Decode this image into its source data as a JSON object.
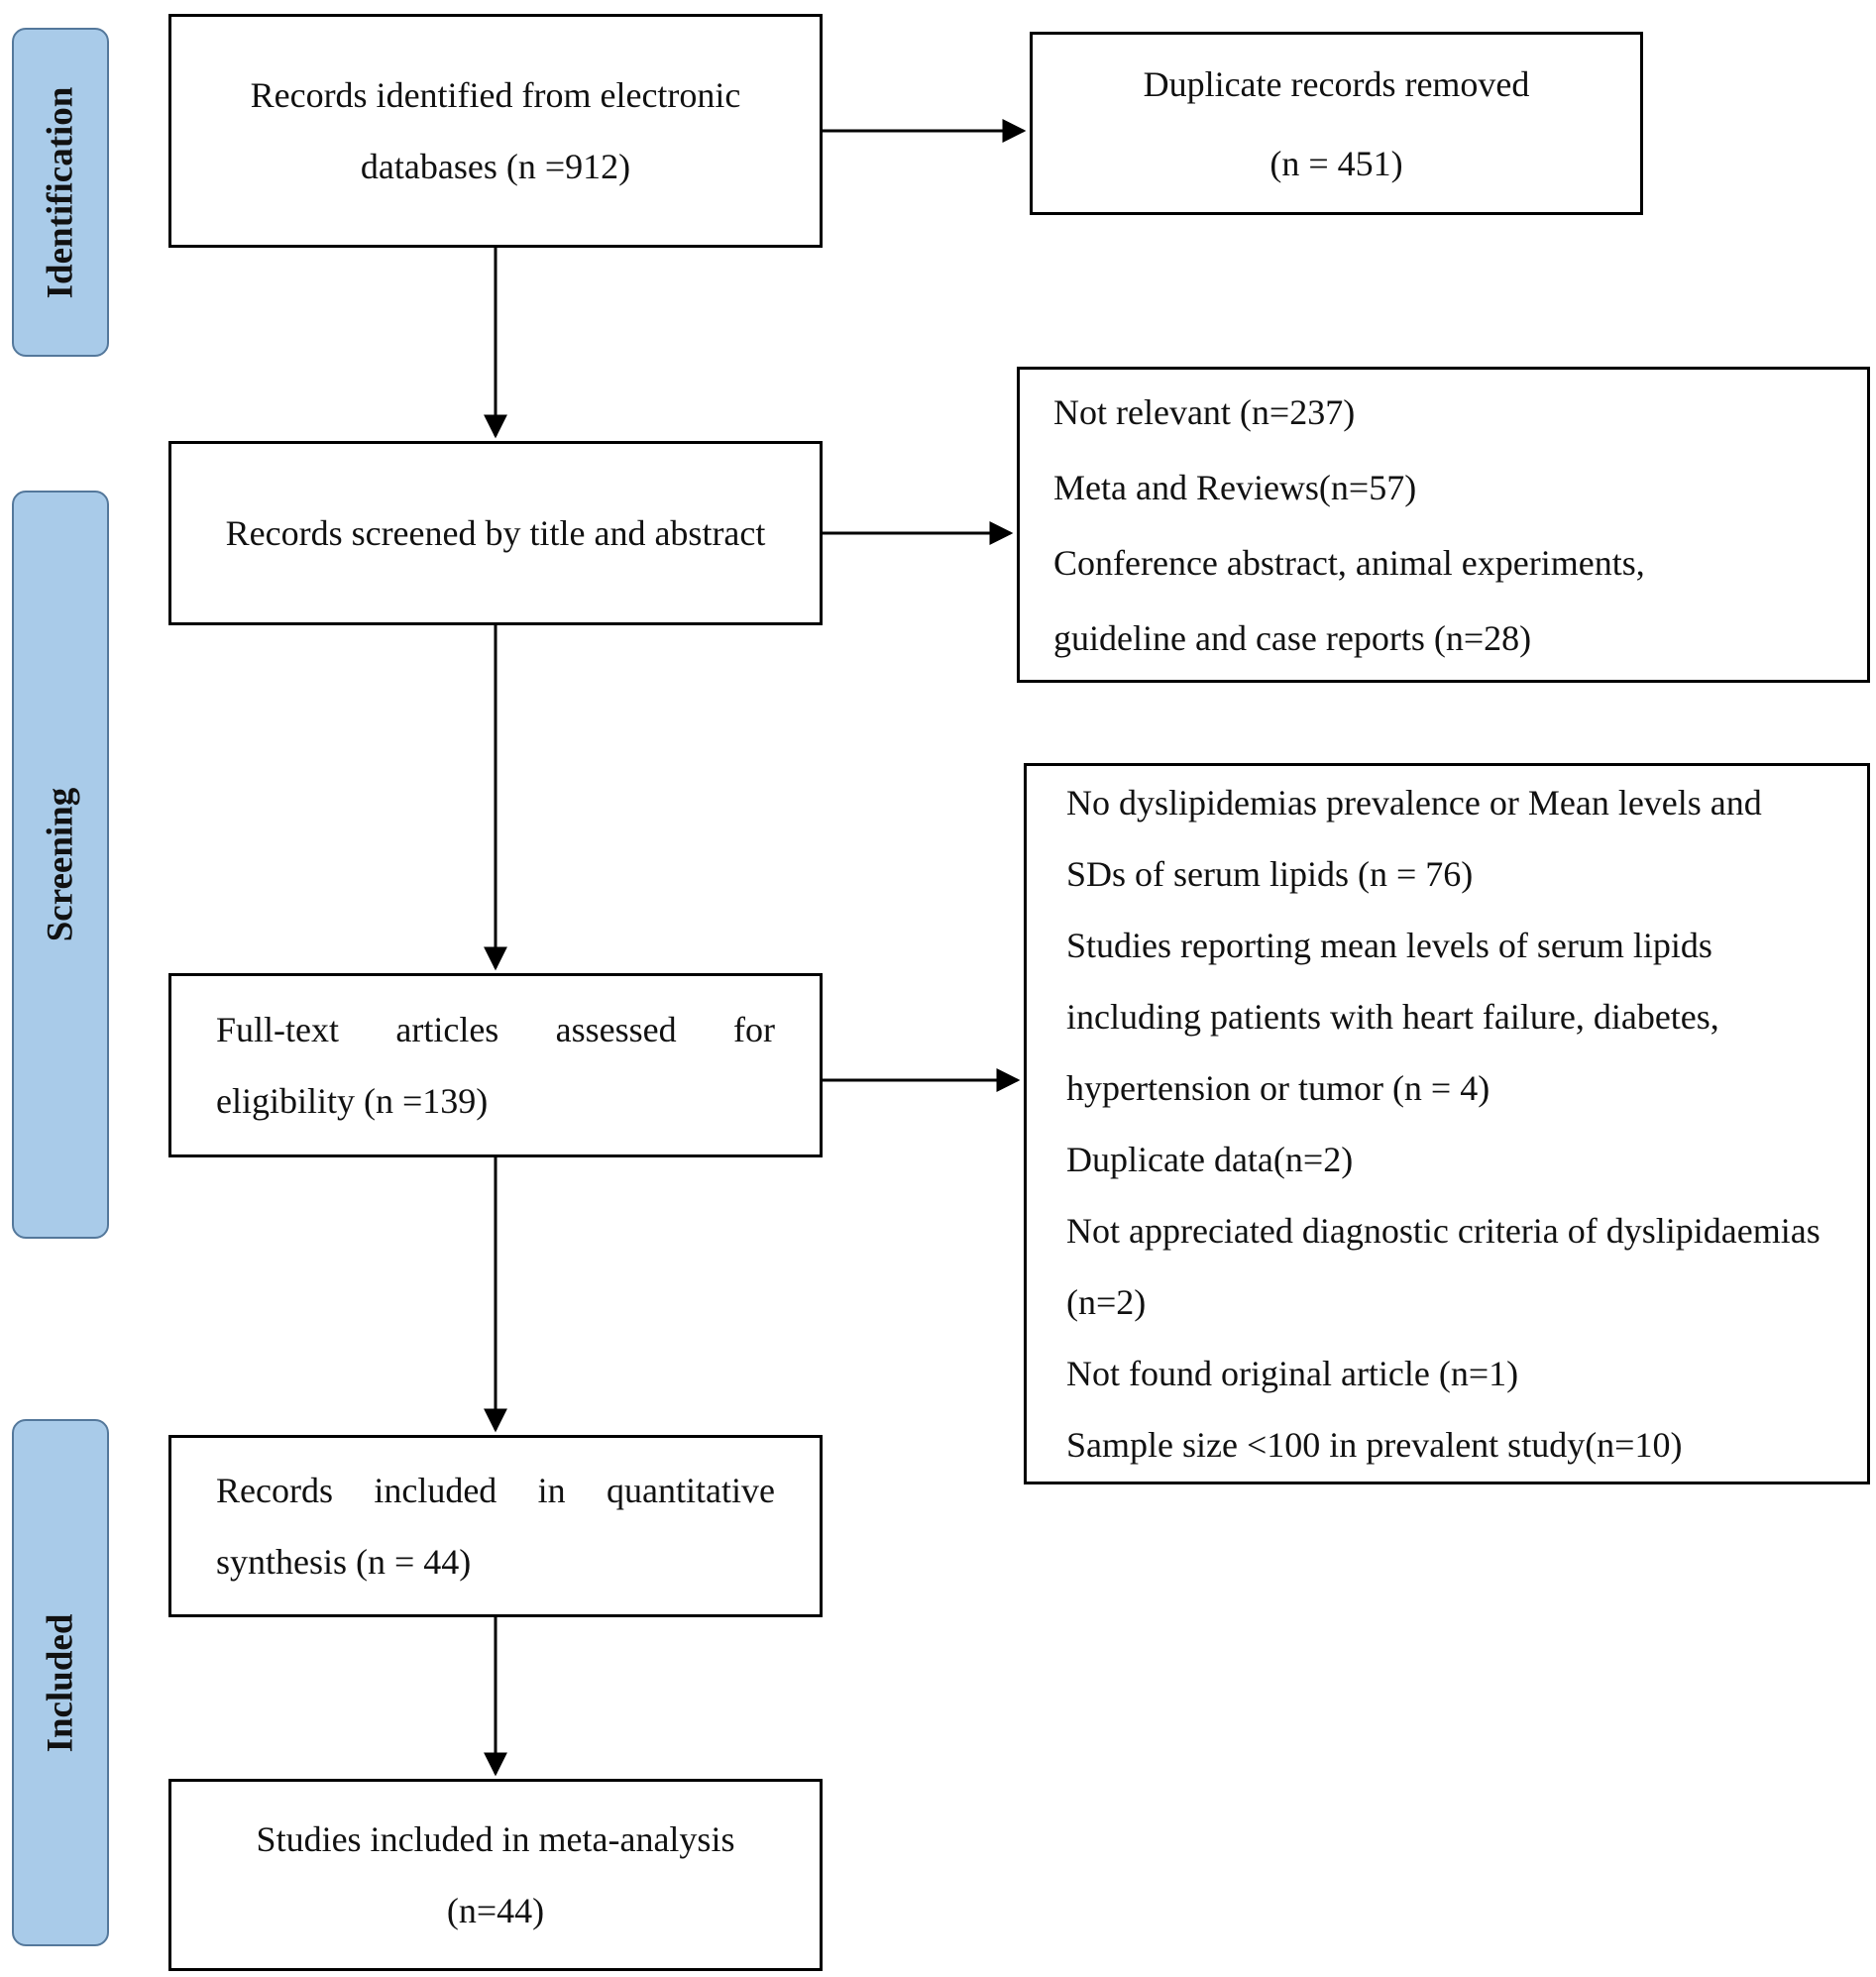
{
  "colors": {
    "stage_fill": "#a9cbe9",
    "stage_border": "#54789b",
    "box_border": "#000000",
    "arrow": "#000000"
  },
  "stages": {
    "identification": "Identification",
    "screening": "Screening",
    "included": "Included"
  },
  "flow": {
    "identified": "Records identified from electronic databases (n =912)",
    "screened": "Records screened by title and abstract",
    "fulltext": "Full-text articles assessed for eligibility (n =139)",
    "quantitative": "Records included in quantitative synthesis (n = 44)",
    "meta": "Studies included in meta-analysis (n=44)"
  },
  "exclusions": {
    "duplicates": {
      "line1": "Duplicate records removed",
      "line2": "(n = 451)"
    },
    "title_abstract": {
      "items": [
        "Not relevant (n=237)",
        "Meta and Reviews(n=57)",
        "Conference abstract, animal experiments, guideline and case reports (n=28)"
      ]
    },
    "fulltext": {
      "items": [
        "No dyslipidemias prevalence or Mean levels and SDs of serum lipids (n = 76)",
        "Studies reporting mean levels of serum lipids including patients with heart failure, diabetes, hypertension or tumor (n = 4)",
        "Duplicate data(n=2)",
        "Not appreciated diagnostic criteria of dyslipidaemias (n=2)",
        "Not found original article (n=1)",
        "Sample size <100 in prevalent study(n=10)"
      ]
    }
  }
}
